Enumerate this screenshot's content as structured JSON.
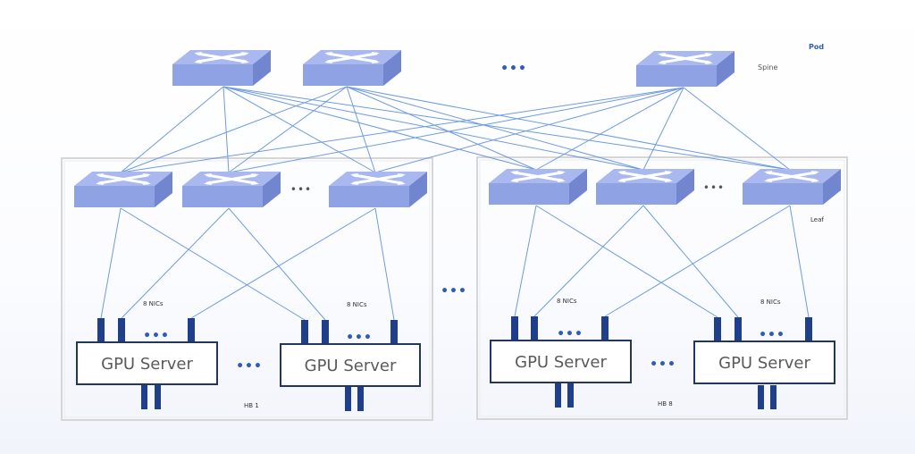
{
  "labels": {
    "pod": "Pod",
    "spine": "Spine",
    "leaf": "Leaf",
    "nics": "8 NICs",
    "server": "GPU Server",
    "ellipsis": "•••",
    "ellipsis_dark": "•••"
  },
  "hb_groups": [
    {
      "label": "HB 1"
    },
    {
      "label": "HB 8"
    }
  ],
  "colors": {
    "switch_top": "#a9b8ee",
    "switch_front": "#8fa3e4",
    "switch_side": "#7186cf",
    "switch_arrow": "#ffffff",
    "link": "#6f9be0",
    "nic": "#1f3f8a",
    "server_border": "#23365c",
    "accent": "#2f5cb8"
  },
  "icons": {
    "switch": "network-switch-icon",
    "nic": "nic-port-icon"
  }
}
